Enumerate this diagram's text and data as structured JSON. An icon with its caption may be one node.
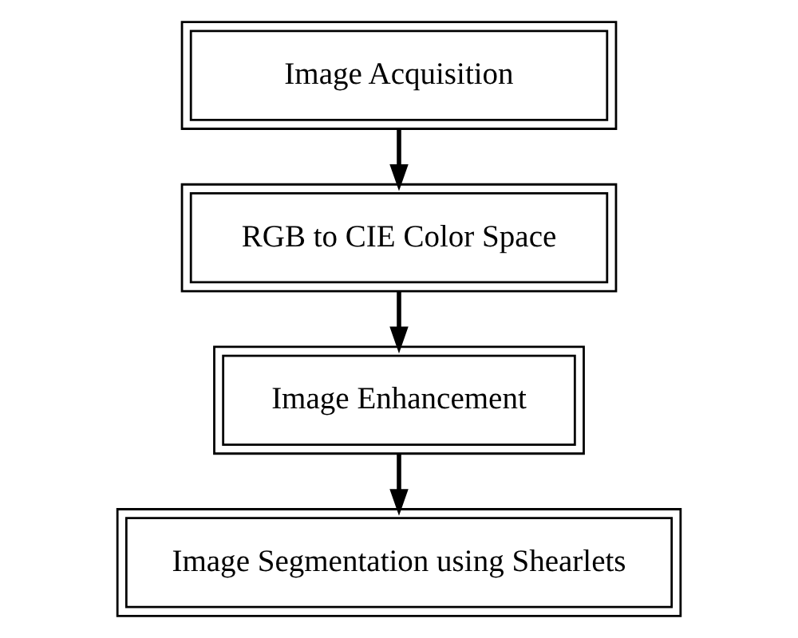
{
  "diagram": {
    "nodes": [
      {
        "text": [
          "Image Acquisition"
        ]
      },
      {
        "text": [
          "RGB to CIE Color Space"
        ]
      },
      {
        "text": [
          "Image Enhancement"
        ]
      },
      {
        "text": [
          "Image Segmentation using Shearlets"
        ]
      }
    ],
    "edges": [
      {
        "from": 0,
        "to": 1,
        "arrow": "to"
      },
      {
        "from": 1,
        "to": 2,
        "arrow": "to"
      },
      {
        "from": 2,
        "to": 3,
        "arrow": "to"
      }
    ]
  }
}
